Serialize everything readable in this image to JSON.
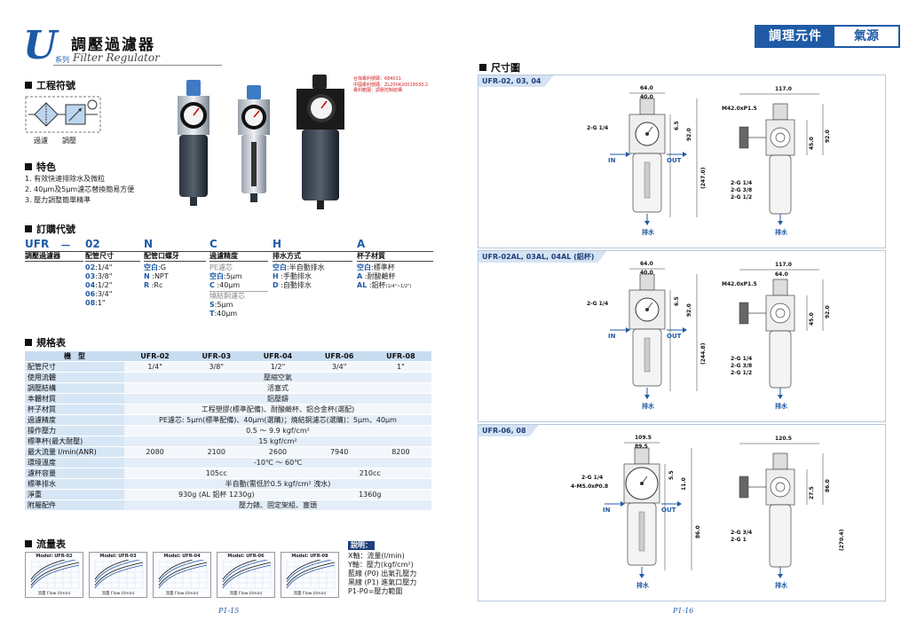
{
  "header": {
    "series_letter": "U",
    "series_suffix": "系列",
    "title_cn": "調壓過濾器",
    "title_en": "Filter Regulator"
  },
  "patent": {
    "lines": [
      "台灣專利號碼：684011",
      "中國專利號碼：ZL200420019530.2",
      "專利範圍：調壓控制結構"
    ]
  },
  "symbol": {
    "heading": "工程符號",
    "labels": [
      "過濾",
      "調壓"
    ]
  },
  "features": {
    "heading": "特色",
    "items": [
      "1. 有效快速排除水及微粒",
      "2. 40μm及5μm濾芯替換簡易方便",
      "3. 壓力調整簡單精準"
    ]
  },
  "order_code": {
    "heading": "訂購代號",
    "code_parts": [
      "UFR",
      "－",
      "02",
      "N",
      "C",
      "H",
      "A"
    ],
    "columns": [
      {
        "header": "調壓過濾器",
        "rows": []
      },
      {
        "header": "配管尺寸",
        "rows": [
          [
            "02",
            ":1/4\""
          ],
          [
            "03",
            ":3/8\""
          ],
          [
            "04",
            ":1/2\""
          ],
          [
            "06",
            ":3/4\""
          ],
          [
            "08",
            ":1\""
          ]
        ]
      },
      {
        "header": "配管口螺牙",
        "rows": [
          [
            "空白",
            ":G"
          ],
          [
            "N",
            "  :NPT"
          ],
          [
            "R",
            "  :Rc"
          ]
        ]
      },
      {
        "header": "過濾精度",
        "rows": [
          [
            "",
            "PE濾芯"
          ],
          [
            "空白",
            ":5μm"
          ],
          [
            "C",
            "  :40μm"
          ],
          [
            "",
            "燒結銅濾芯"
          ],
          [
            "S",
            ":5μm"
          ],
          [
            "T",
            ":40μm"
          ]
        ]
      },
      {
        "header": "排水方式",
        "rows": [
          [
            "空白",
            ":半自動排水"
          ],
          [
            "H",
            "  :手動排水"
          ],
          [
            "D",
            "  :自動排水"
          ]
        ]
      },
      {
        "header": "杯子材質",
        "rows": [
          [
            "空白",
            ":標準杯"
          ],
          [
            "A",
            "  :耐酸鹼杯"
          ],
          [
            "AL",
            " :鋁杯"
          ]
        ]
      }
    ],
    "al_note": "(1/4\"~1/2\")"
  },
  "spec": {
    "heading": "規格表",
    "header": [
      "機　型",
      "UFR-02",
      "UFR-03",
      "UFR-04",
      "UFR-06",
      "UFR-08"
    ],
    "rows": [
      {
        "label": "配管尺寸",
        "cells": [
          "1/4\"",
          "3/8\"",
          "1/2\"",
          "3/4\"",
          "1\""
        ]
      },
      {
        "label": "使用流體",
        "span": "壓縮空氣"
      },
      {
        "label": "調壓結構",
        "span": "活塞式"
      },
      {
        "label": "本體材質",
        "span": "鋁壓鑄"
      },
      {
        "label": "杯子材質",
        "span": "工程塑膠(標準配備)、耐酸鹼杯、鋁合金杯(選配)"
      },
      {
        "label": "過濾精度",
        "span": "PE濾芯: 5μm(標準配備)、40μm(選購)；燒結銅濾芯(選購)：5μm、40μm"
      },
      {
        "label": "操作壓力",
        "span": "0.5 ～ 9.9 kgf/cm²"
      },
      {
        "label": "標準杯(最大耐壓)",
        "span": "15 kgf/cm²"
      },
      {
        "label": "最大流量 l/min(ANR)",
        "cells": [
          "2080",
          "2100",
          "2600",
          "7940",
          "8200"
        ]
      },
      {
        "label": "環境溫度",
        "span": "-10℃ ～ 60℃"
      },
      {
        "label": "濾杯容量",
        "left": "105cc",
        "right": "210cc"
      },
      {
        "label": "標準排水",
        "span": "半自動(需低於0.5 kgf/cm² 洩水)"
      },
      {
        "label": "淨重",
        "left": "930g (AL 鋁杯 1230g)",
        "right": "1360g"
      },
      {
        "label": "附屬配件",
        "span": "壓力錶、固定架組、塞頭"
      }
    ]
  },
  "flow": {
    "heading": "流量表",
    "charts": [
      {
        "title": "Model: UFR-02",
        "xlabel": "流量 Flow (l/min)"
      },
      {
        "title": "Model: UFR-03",
        "xlabel": "流量 Flow (l/min)"
      },
      {
        "title": "Model: UFR-04",
        "xlabel": "流量 Flow (l/min)"
      },
      {
        "title": "Model: UFR-06",
        "xlabel": "流量 Flow (l/min)"
      },
      {
        "title": "Model: UFR-08",
        "xlabel": "流量 Flow (l/min)"
      }
    ],
    "note_title": "說明：",
    "note_lines": [
      "X軸：流量(l/min)",
      "Y軸：壓力(kgf/cm²)",
      "藍線 (P0) 出氣孔壓力",
      "黑線 (P1) 進氣口壓力",
      "P1-P0=壓力範圍"
    ]
  },
  "pages": {
    "left": "P1-15",
    "right": "P1-16"
  },
  "category": {
    "main": "調理元件",
    "sub": "氣源"
  },
  "dimensions": {
    "heading": "尺寸圖",
    "panels": [
      {
        "title": "UFR-02, 03, 04",
        "front": {
          "w1": "64.0",
          "w2": "40.0",
          "h1": "6.5",
          "h2": "92.0",
          "h3": "(247.0)",
          "port": "2-G 1/4"
        },
        "side": {
          "w": "117.0",
          "h1": "45.0",
          "h2": "92.0",
          "thread": "M42.0xP1.5",
          "ports": [
            "2-G 1/4",
            "2-G 3/8",
            "2-G 1/2"
          ]
        },
        "drain": "排水",
        "in": "IN",
        "out": "OUT"
      },
      {
        "title": "UFR-02AL, 03AL, 04AL (鋁杯)",
        "front": {
          "w1": "64.0",
          "w2": "40.0",
          "h1": "6.5",
          "h2": "92.0",
          "h3": "(244.8)",
          "port": "2-G 1/4"
        },
        "side": {
          "w": "117.0",
          "w2": "64.0",
          "h1": "45.0",
          "h2": "92.0",
          "thread": "M42.0xP1.5",
          "ports": [
            "2-G 1/4",
            "2-G 3/8",
            "2-G 1/2"
          ]
        },
        "drain": "排水",
        "in": "IN",
        "out": "OUT"
      },
      {
        "title": "UFR-06, 08",
        "front": {
          "w1": "109.5",
          "w2": "89.5",
          "h1": "5.5",
          "h2": "11.0",
          "h3": "86.0",
          "port": "2-G 1/4",
          "port2": "4-M5.0xP0.8"
        },
        "side": {
          "w": "120.5",
          "h1": "27.5",
          "h2": "86.0",
          "h3": "(270.4)",
          "ports": [
            "2-G 3/4",
            "2-G 1"
          ]
        },
        "drain": "排水",
        "in": "IN",
        "out": "OUT"
      }
    ]
  },
  "colors": {
    "brand": "#1f5aa6",
    "dark_navy": "#1f3e7a",
    "table_light": "#e4eef8"
  }
}
